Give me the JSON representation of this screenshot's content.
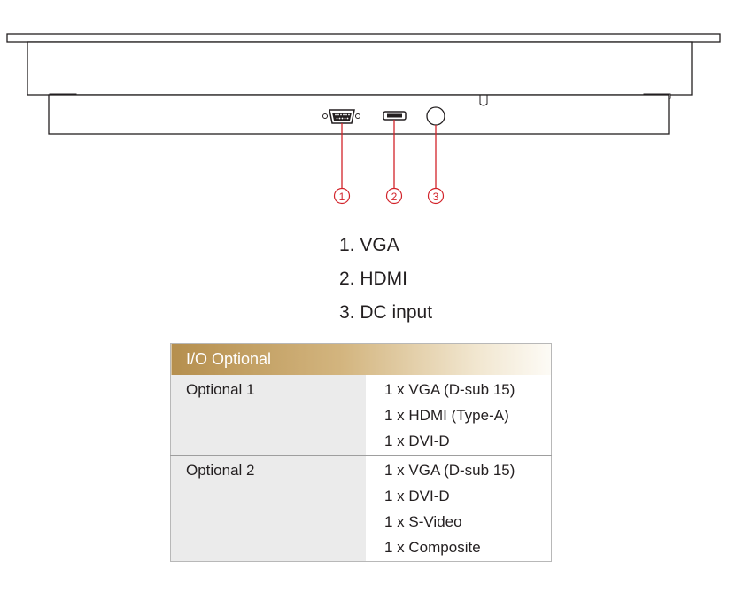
{
  "callouts": [
    "1",
    "2",
    "3"
  ],
  "legend": {
    "item1": "1. VGA",
    "item2": "2. HDMI",
    "item3": "3. DC input"
  },
  "table": {
    "header": "I/O Optional",
    "rows": [
      {
        "label": "Optional 1",
        "values": [
          "1 x VGA (D-sub 15)",
          "1 x HDMI (Type-A)",
          "1 x DVI-D"
        ]
      },
      {
        "label": "Optional 2",
        "values": [
          "1 x VGA (D-sub 15)",
          "1 x DVI-D",
          "1 x S-Video",
          "1 x Composite"
        ]
      }
    ]
  },
  "colors": {
    "callout": "#d2232a",
    "line": "#231f20",
    "header_gold": "#b58f4e"
  }
}
